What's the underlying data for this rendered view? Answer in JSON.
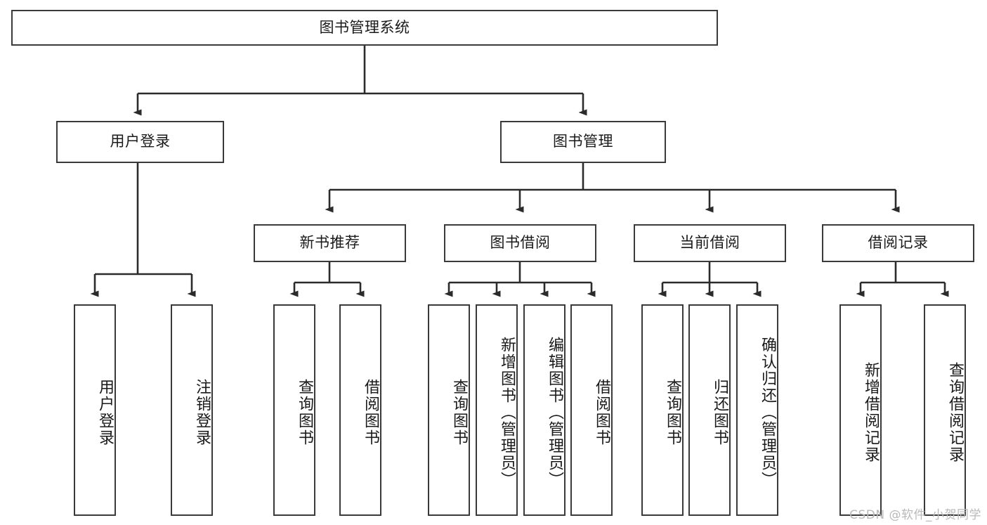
{
  "diagram": {
    "type": "hierarchy-tree",
    "title_label": "图书管理系统",
    "watermark": "CSDN @软件_小贺同学",
    "colors": {
      "box_border": "#3a3a3a",
      "box_fill": "#ffffff",
      "connector": "#2b2b2b",
      "text": "#1a1a1a",
      "watermark": "#b9b9b9"
    },
    "levels": {
      "level0": [
        {
          "id": "root",
          "label": "图书管理系统"
        }
      ],
      "level1": [
        {
          "id": "user-login",
          "label": "用户登录"
        },
        {
          "id": "book-manage",
          "label": "图书管理"
        }
      ],
      "level2": [
        {
          "id": "new-book-recommend",
          "label": "新书推荐"
        },
        {
          "id": "book-borrow",
          "label": "图书借阅"
        },
        {
          "id": "current-borrow",
          "label": "当前借阅"
        },
        {
          "id": "borrow-record",
          "label": "借阅记录"
        }
      ],
      "level3": [
        {
          "id": "leaf-user-login",
          "label": "用户登录",
          "parent": "user-login"
        },
        {
          "id": "leaf-logout-login",
          "label": "注销登录",
          "parent": "user-login"
        },
        {
          "id": "leaf-query-book-1",
          "label": "查询图书",
          "parent": "new-book-recommend"
        },
        {
          "id": "leaf-borrow-book-1",
          "label": "借阅图书",
          "parent": "new-book-recommend"
        },
        {
          "id": "leaf-query-book-2",
          "label": "查询图书",
          "parent": "book-borrow"
        },
        {
          "id": "leaf-add-book",
          "label": "新增图书（管理员）",
          "parent": "book-borrow"
        },
        {
          "id": "leaf-edit-book",
          "label": "编辑图书（管理员）",
          "parent": "book-borrow"
        },
        {
          "id": "leaf-borrow-book-2",
          "label": "借阅图书",
          "parent": "book-borrow"
        },
        {
          "id": "leaf-query-book-3",
          "label": "查询图书",
          "parent": "current-borrow"
        },
        {
          "id": "leaf-return-book",
          "label": "归还图书",
          "parent": "current-borrow"
        },
        {
          "id": "leaf-confirm-return",
          "label": "确认归还（管理员）",
          "parent": "current-borrow"
        },
        {
          "id": "leaf-add-record",
          "label": "新增借阅记录",
          "parent": "borrow-record"
        },
        {
          "id": "leaf-query-record",
          "label": "查询借阅记录",
          "parent": "borrow-record"
        }
      ]
    }
  }
}
